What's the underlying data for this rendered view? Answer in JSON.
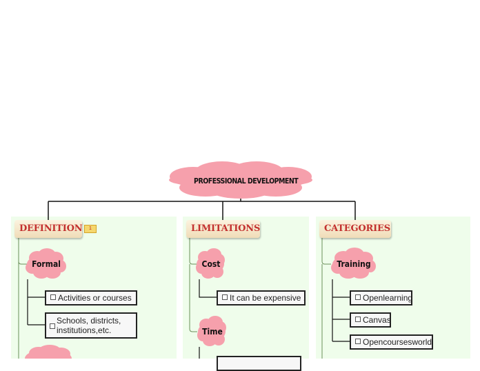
{
  "root": {
    "title": "PROFESSIONAL DEVELOPMENT",
    "color": "#f6a0ac"
  },
  "colors": {
    "panel": "#effdeb",
    "branch_text": "#c3312f",
    "cloud": "#f6a0ac"
  },
  "branches": [
    {
      "label": "DEFINITION",
      "note_count": "1",
      "topics": [
        {
          "label": "Formal",
          "items": [
            "Activities or courses",
            "Schools, districts,\ninstitutions,etc."
          ]
        },
        {
          "label": ""
        }
      ]
    },
    {
      "label": "LIMITATIONS",
      "topics": [
        {
          "label": "Cost",
          "items": [
            "It can be expensive ."
          ]
        },
        {
          "label": "Time",
          "items": [
            ""
          ]
        }
      ]
    },
    {
      "label": "CATEGORIES",
      "topics": [
        {
          "label": "Training",
          "items": [
            "Openlearning",
            "Canvas",
            "Opencoursesworld"
          ]
        }
      ]
    }
  ]
}
